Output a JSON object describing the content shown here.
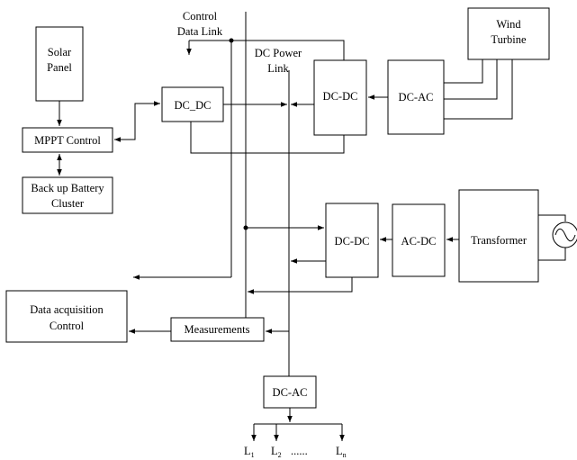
{
  "blocks": {
    "solar_panel": [
      "Solar",
      "Panel"
    ],
    "mppt_control": "MPPT Control",
    "backup_battery": [
      "Back up Battery",
      "Cluster"
    ],
    "dc_dc_left": "DC_DC",
    "dc_dc_mid": "DC-DC",
    "dc_ac_top": "DC-AC",
    "wind_turbine": [
      "Wind",
      "Turbine"
    ],
    "dc_dc_lower": "DC-DC",
    "ac_dc": "AC-DC",
    "transformer": "Transformer",
    "data_acq": [
      "Data acquisition",
      "Control"
    ],
    "measurements": "Measurements",
    "dc_ac_bottom": "DC-AC"
  },
  "labels": {
    "control_data_link": [
      "Control",
      "Data Link"
    ],
    "dc_power_link": [
      "DC Power",
      "Link"
    ]
  },
  "loads": {
    "l1": "L",
    "l1_sub": "1",
    "l2": "L",
    "l2_sub": "2",
    "dots": "......",
    "ln": "L",
    "ln_sub": "n"
  },
  "colors": {
    "line": "#000000",
    "background": "#ffffff"
  },
  "icons": {
    "ac_source": "sine-wave-source-icon"
  }
}
